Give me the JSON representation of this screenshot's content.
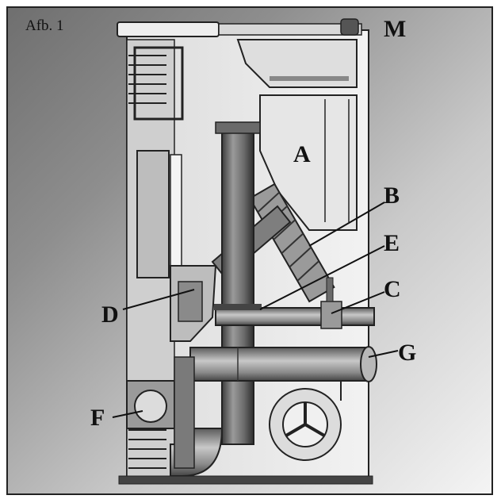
{
  "figure": {
    "label": "Afb. 1"
  },
  "callouts": {
    "A": "A",
    "B": "B",
    "C": "C",
    "D": "D",
    "E": "E",
    "F": "F",
    "G": "G",
    "M": "M"
  }
}
